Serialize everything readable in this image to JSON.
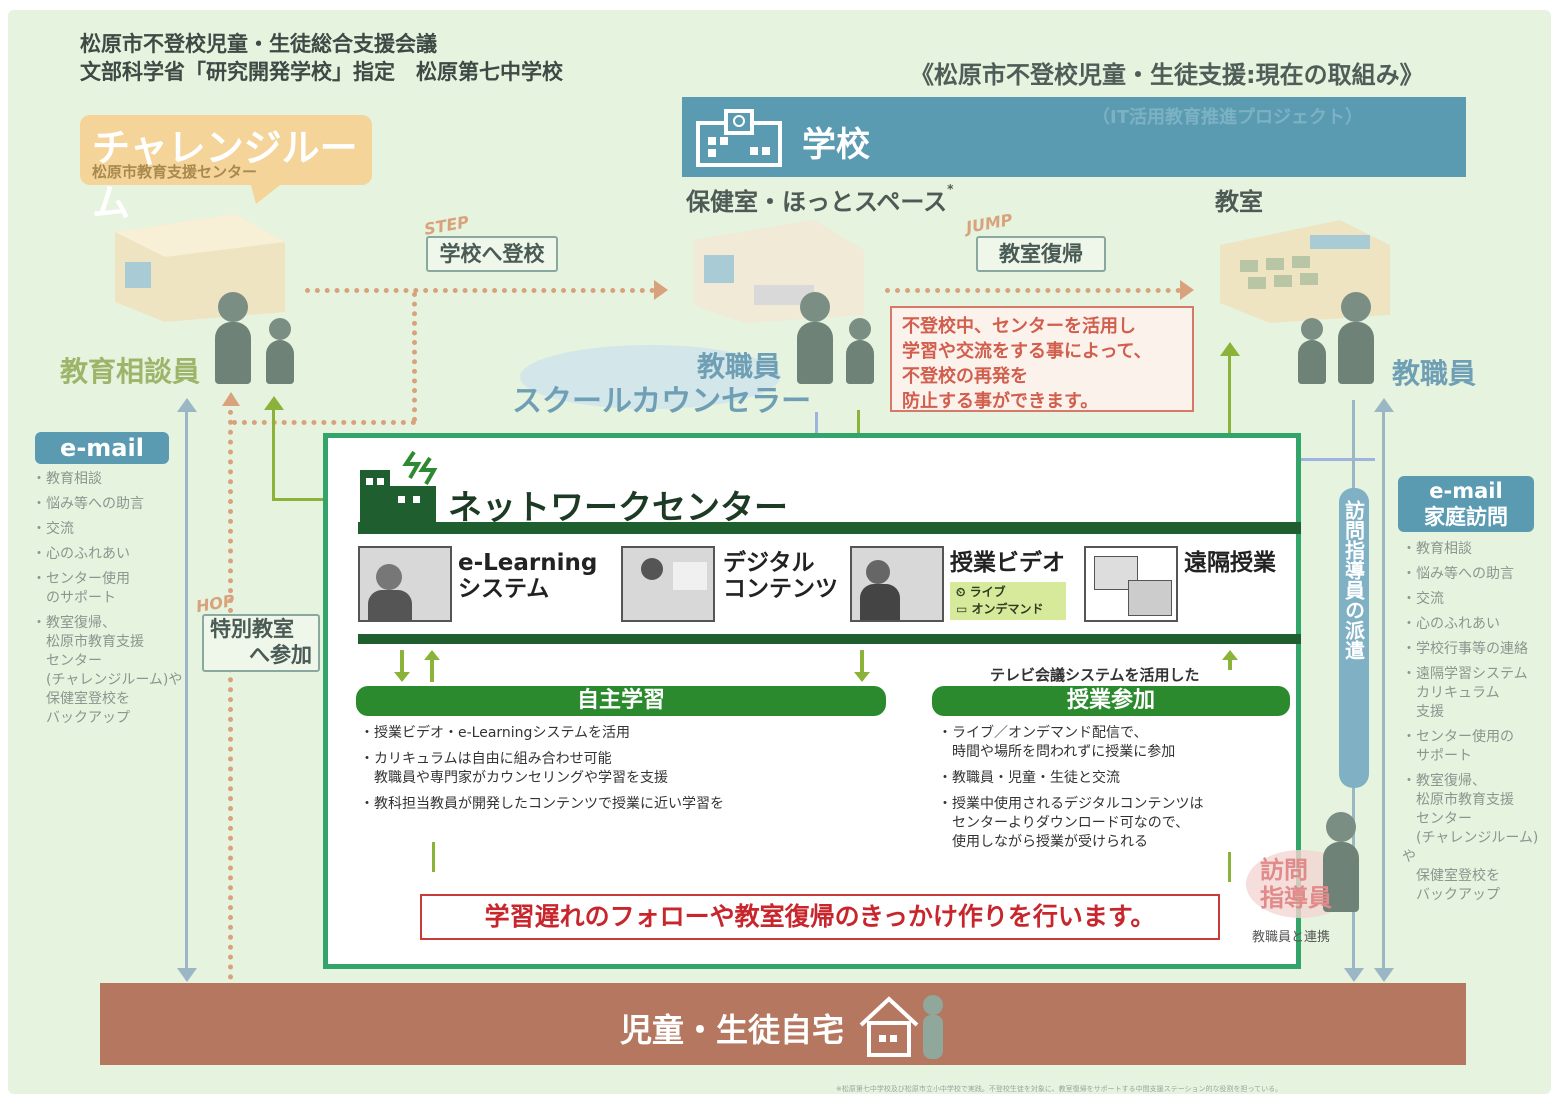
{
  "header": {
    "line1": "松原市不登校児童・生徒総合支援会議",
    "line2": "文部科学省「研究開発学校」指定　松原第七中学校",
    "right_title": "《松原市不登校児童・生徒支援:現在の取組み》"
  },
  "school": {
    "label": "学校",
    "subtitle": "（IT活用教育推進プロジェクト）",
    "room1": "保健室・ほっとスペース",
    "room1_mark": "*",
    "room2": "教室"
  },
  "challenge_room": {
    "title": "チャレンジルーム",
    "subtitle": "松原市教育支援センター"
  },
  "steps": {
    "step_tag": "STEP",
    "step_label": "学校へ登校",
    "jump_tag": "JUMP",
    "jump_label": "教室復帰",
    "hop_tag": "HOP",
    "hop_label_1": "特別教室",
    "hop_label_2": "へ参加"
  },
  "roles": {
    "left": "教育相談員",
    "middle_staff": "教職員",
    "counselor": "スクールカウンセラー",
    "right_staff": "教職員"
  },
  "red_note": [
    "不登校中、センターを活用し",
    "学習や交流をする事によって、",
    "不登校の再発を",
    "防止する事ができます。"
  ],
  "left_email": {
    "tag": "e-mail",
    "items": [
      "・教育相談",
      "・悩み等への助言",
      "・交流",
      "・心のふれあい",
      "・センター使用\n　のサポート",
      "・教室復帰、\n　松原市教育支援\n　センター\n　(チャレンジルーム)や\n　保健室登校を\n　バックアップ"
    ]
  },
  "right_email": {
    "tag_1": "e-mail",
    "tag_2": "家庭訪問",
    "items": [
      "・教育相談",
      "・悩み等への助言",
      "・交流",
      "・心のふれあい",
      "・学校行事等の連絡",
      "・遠隔学習システム\n　カリキュラム\n　支援",
      "・センター使用の\n　サポート",
      "・教室復帰、\n　松原市教育支援\n　センター\n　(チャレンジルーム)や\n　保健室登校を\n　バックアップ"
    ]
  },
  "network": {
    "title": "ネットワークセンター",
    "services": [
      {
        "label_1": "e-Learning",
        "label_2": "システム"
      },
      {
        "label_1": "デジタル",
        "label_2": "コンテンツ"
      },
      {
        "label_1": "授業ビデオ",
        "tag_live": "ライブ",
        "tag_ondemand": "オンデマンド"
      },
      {
        "label_1": "遠隔授業"
      }
    ],
    "self_study": {
      "head": "自主学習",
      "items": [
        "・授業ビデオ・e-Learningシステムを活用",
        "・カリキュラムは自由に組み合わせ可能\n　教職員や専門家がカウンセリングや学習を支援",
        "・教科担当教員が開発したコンテンツで授業に近い学習を"
      ]
    },
    "class_join": {
      "pre": "テレビ会議システムを活用した",
      "head": "授業参加",
      "items": [
        "・ライブ／オンデマンド配信で、\n　時間や場所を問われずに授業に参加",
        "・教職員・児童・生徒と交流",
        "・授業中使用されるデジタルコンテンツは\n　センターよりダウンロード可なので、\n　使用しながら授業が受けられる"
      ]
    },
    "callout": "学習遅れのフォローや教室復帰のきっかけ作りを行います。"
  },
  "visit": {
    "bar": "訪問指導員の派遣",
    "person_1": "訪問",
    "person_2": "指導員",
    "link": "教職員と連携"
  },
  "home": {
    "label": "児童・生徒自宅"
  },
  "footnote": "※松原第七中学校及び松原市立小中学校で実践。不登校生徒を対象に、教室復帰をサポートする中間支援ステーション的な役割を担っている。",
  "colors": {
    "canvas": "#e6f3df",
    "school_bar": "#5a9bb2",
    "network_border": "#34a56a",
    "dark_band": "#1f5e2e",
    "head_green": "#2c8a2e",
    "callout_red": "#c8262d",
    "home_bar": "#b5775f",
    "dotted_path": "#d8a27c"
  }
}
